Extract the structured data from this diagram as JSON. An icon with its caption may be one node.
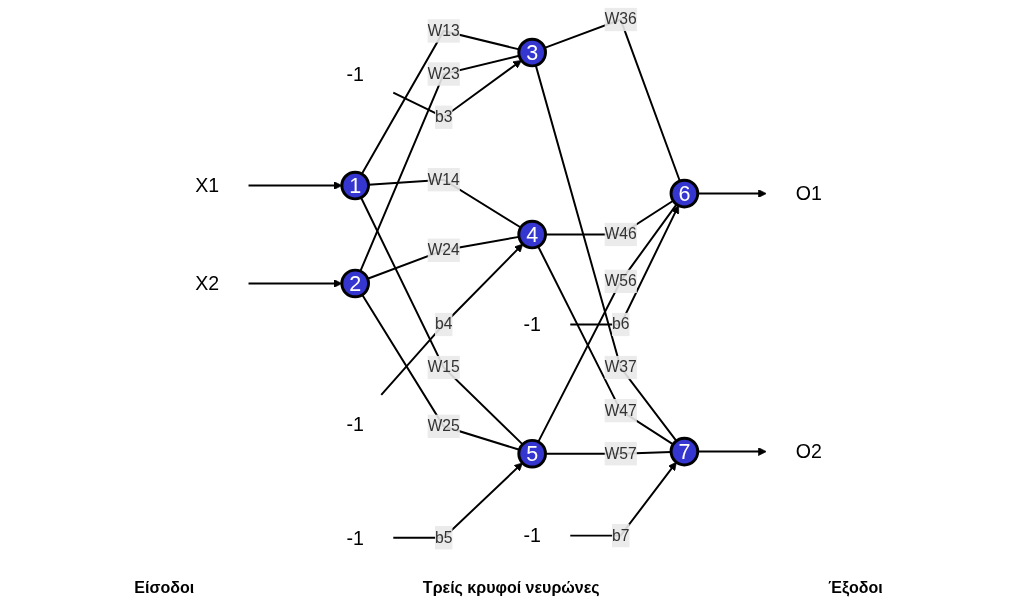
{
  "diagram": {
    "nodes": [
      {
        "text": [
          "X1"
        ]
      },
      {
        "text": [
          "X2"
        ]
      },
      {
        "text": [
          "1"
        ]
      },
      {
        "text": [
          "2"
        ]
      },
      {
        "text": [
          "3"
        ]
      },
      {
        "text": [
          "4"
        ]
      },
      {
        "text": [
          "5"
        ]
      },
      {
        "text": [
          "6"
        ]
      },
      {
        "text": [
          "7"
        ]
      },
      {
        "text": [
          "-1"
        ]
      },
      {
        "text": [
          "-1"
        ]
      },
      {
        "text": [
          "-1"
        ]
      },
      {
        "text": [
          "-1"
        ]
      },
      {
        "text": [
          "-1"
        ]
      },
      {
        "text": [
          "O1"
        ]
      },
      {
        "text": [
          "O2"
        ]
      }
    ],
    "edges": [
      {
        "from": 0,
        "to": 2,
        "arrow": "to"
      },
      {
        "from": 1,
        "to": 3,
        "arrow": "to"
      },
      {
        "from": 2,
        "to": 4,
        "label": "W13",
        "arrow": "none"
      },
      {
        "from": 2,
        "to": 5,
        "label": "W14",
        "arrow": "none"
      },
      {
        "from": 2,
        "to": 6,
        "label": "W15",
        "arrow": "none"
      },
      {
        "from": 3,
        "to": 4,
        "label": "W23",
        "arrow": "none"
      },
      {
        "from": 3,
        "to": 5,
        "label": "W24",
        "arrow": "none"
      },
      {
        "from": 3,
        "to": 6,
        "label": "W25",
        "arrow": "none"
      },
      {
        "from": 9,
        "to": 4,
        "label": "b3",
        "arrow": "to"
      },
      {
        "from": 10,
        "to": 5,
        "label": "b4",
        "arrow": "to"
      },
      {
        "from": 11,
        "to": 6,
        "label": "b5",
        "arrow": "to"
      },
      {
        "from": 4,
        "to": 7,
        "label": "W36",
        "arrow": "none"
      },
      {
        "from": 4,
        "to": 8,
        "label": "W37",
        "arrow": "none"
      },
      {
        "from": 5,
        "to": 7,
        "label": "W46",
        "arrow": "none"
      },
      {
        "from": 5,
        "to": 8,
        "label": "W47",
        "arrow": "none"
      },
      {
        "from": 6,
        "to": 7,
        "label": "W56",
        "arrow": "none"
      },
      {
        "from": 6,
        "to": 8,
        "label": "W57",
        "arrow": "none"
      },
      {
        "from": 12,
        "to": 7,
        "label": "b6",
        "arrow": "to"
      },
      {
        "from": 13,
        "to": 8,
        "label": "b7",
        "arrow": "to"
      },
      {
        "from": 7,
        "to": 14,
        "arrow": "to"
      },
      {
        "from": 8,
        "to": 15,
        "arrow": "to"
      }
    ],
    "labels": [
      "Είσοδοι",
      "Τρείς κρυφοί νευρώνες",
      "Έξοδοι"
    ]
  }
}
